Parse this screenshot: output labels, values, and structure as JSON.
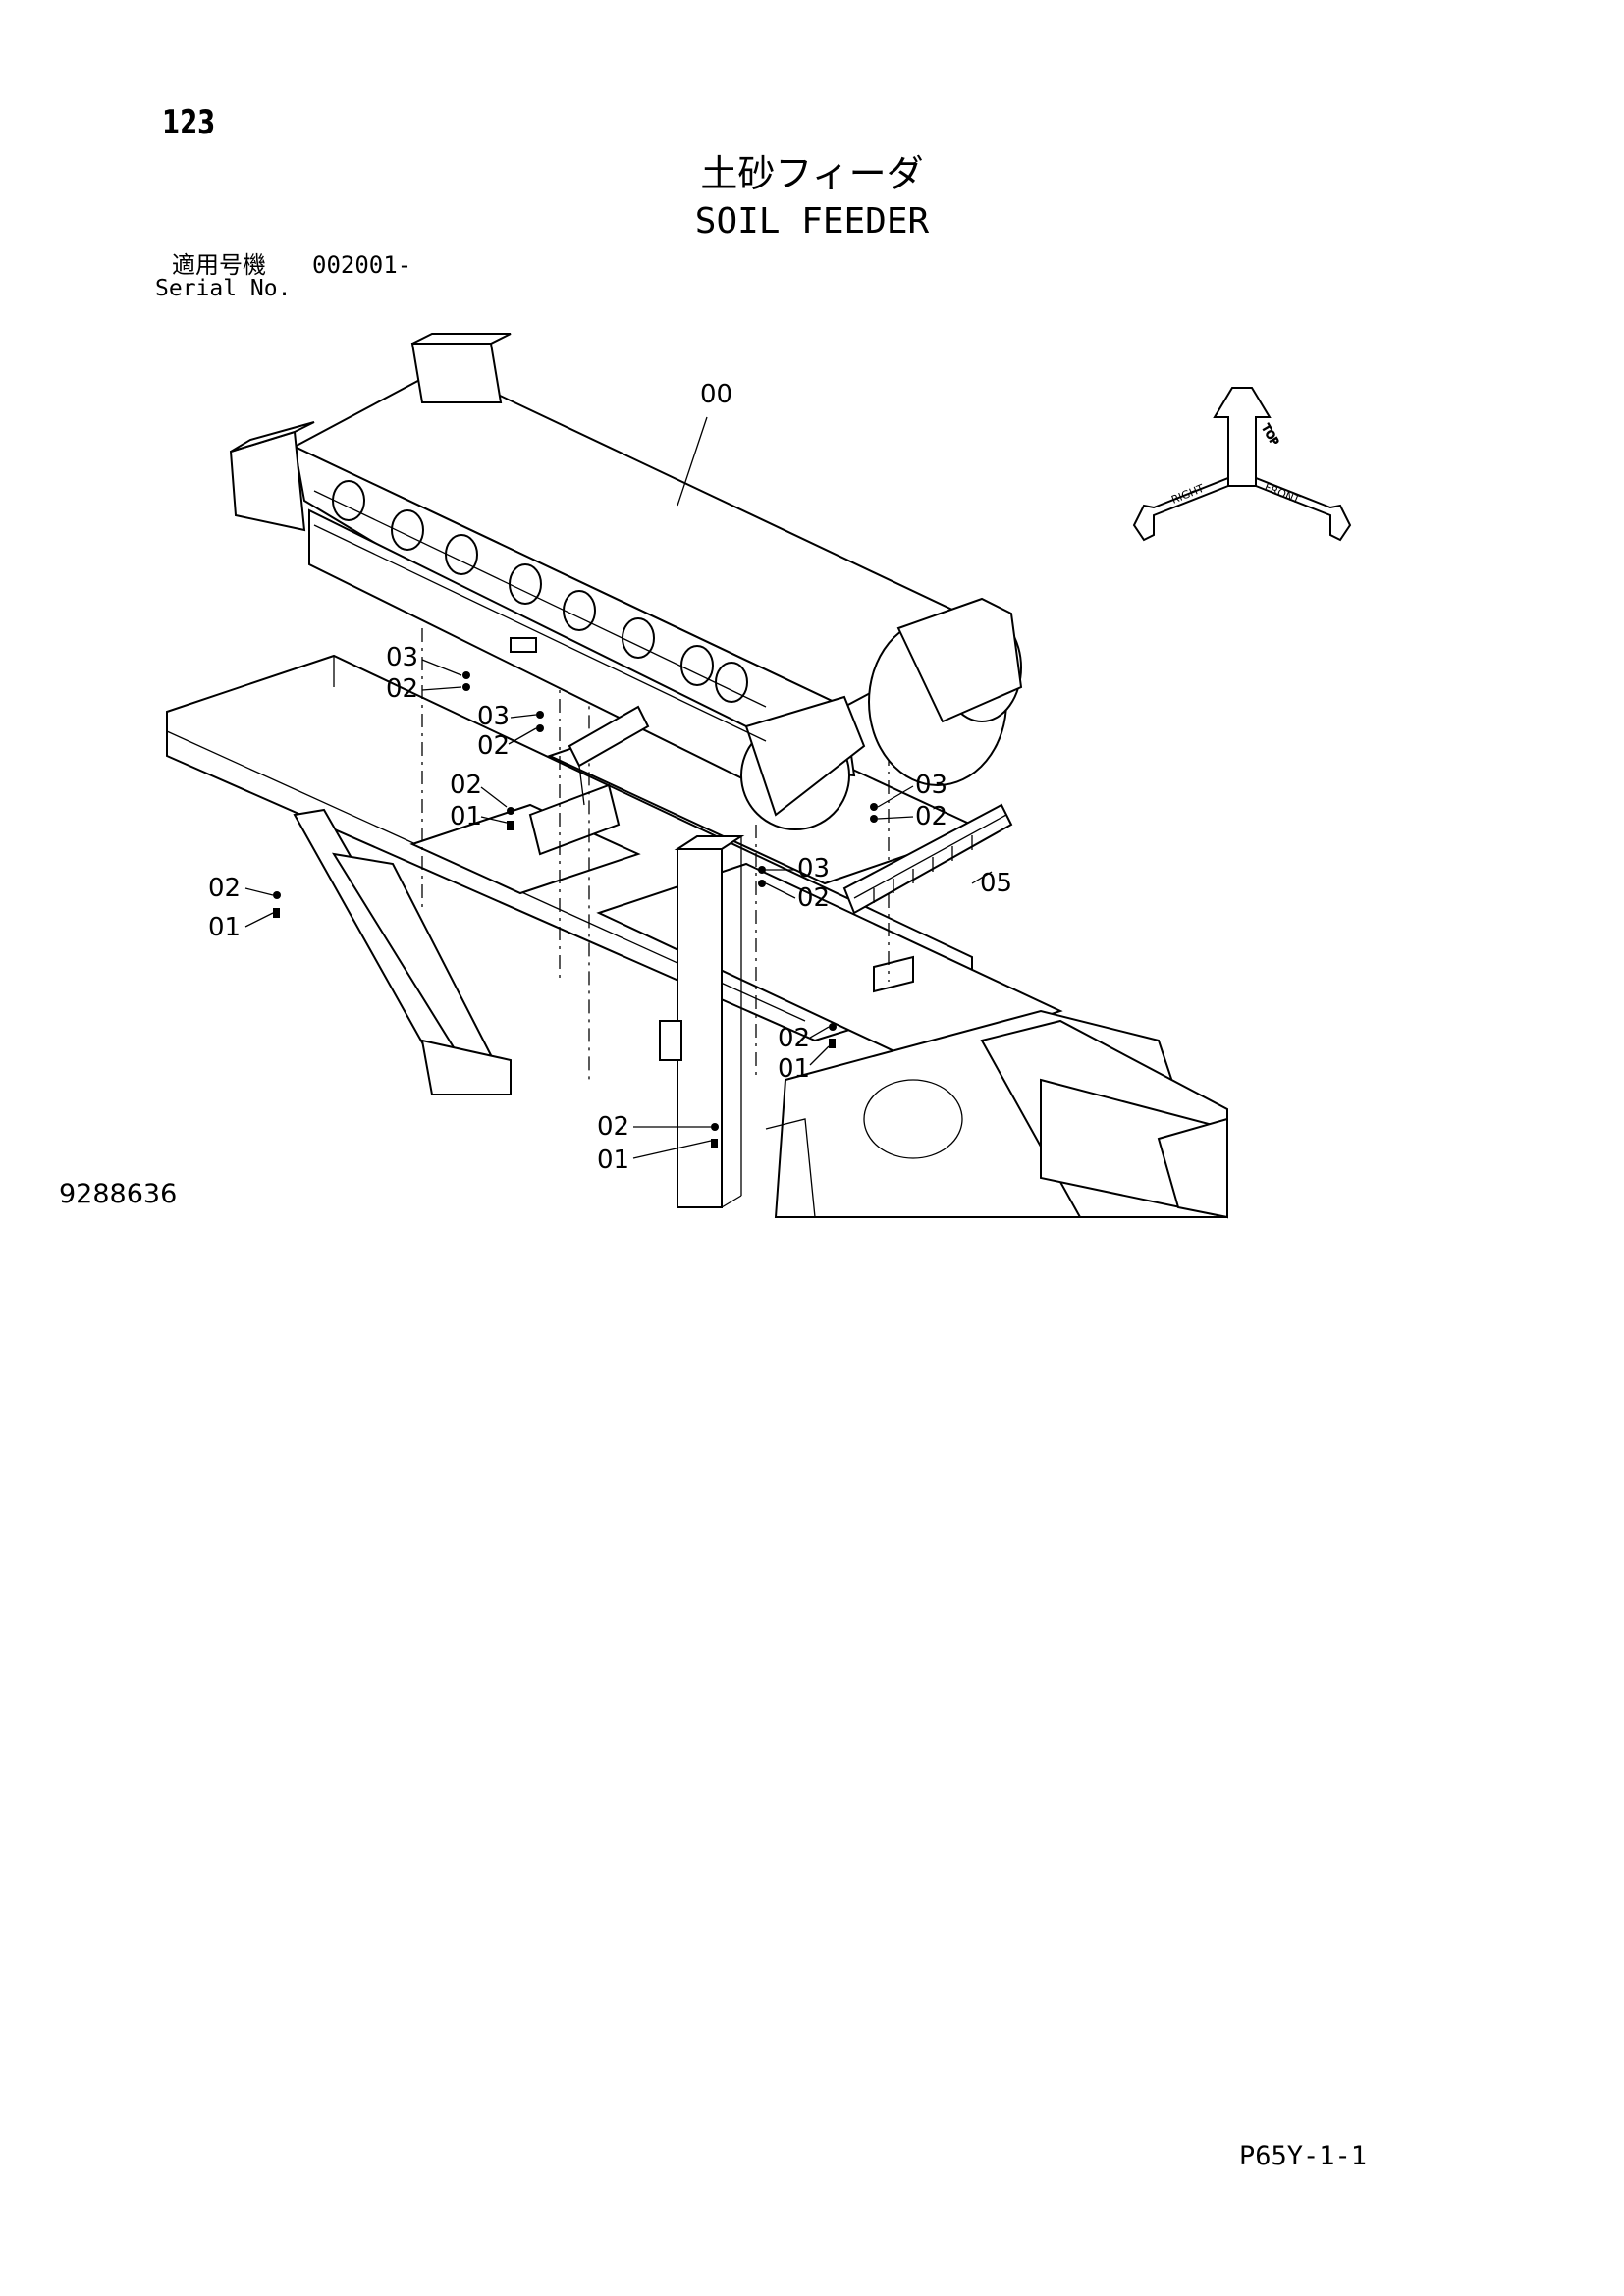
{
  "page": {
    "number": "123",
    "title_jp": "土砂フィーダ",
    "title_en": "SOIL FEEDER",
    "serial_label_jp": "適用号機",
    "serial_value": "002001-",
    "serial_label_en": "Serial No.",
    "figure_number": "9288636",
    "page_code": "P65Y-1-1"
  },
  "orientation_labels": {
    "top": "TOP",
    "front": "FRONT",
    "right": "RIGHT"
  },
  "callouts": [
    "00",
    "03",
    "02",
    "03",
    "02",
    "02",
    "01",
    "02",
    "01",
    "03",
    "02",
    "03",
    "02",
    "05",
    "02",
    "01",
    "02",
    "01"
  ]
}
